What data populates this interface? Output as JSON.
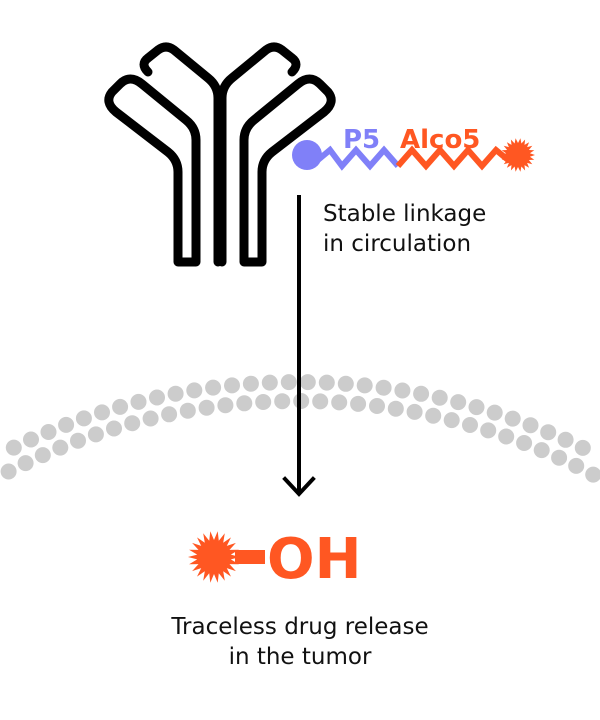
{
  "colors": {
    "antibody": "#000000",
    "p5": "#8080f8",
    "alco5": "#ff5722",
    "membrane": "#cccccc",
    "arrow": "#000000",
    "text": "#111111"
  },
  "linker": {
    "p5_label": "P5",
    "alco5_label": "Alco5"
  },
  "product": {
    "group_label": "OH"
  },
  "captions": {
    "stable": [
      "Stable linkage",
      "in circulation"
    ],
    "release": [
      "Traceless drug release",
      "in the tumor"
    ]
  },
  "icons": {
    "antibody": "antibody-icon",
    "payload": "drug-payload-icon",
    "released_payload": "released-drug-icon",
    "arrow": "arrow-down-icon",
    "membrane": "tumor-cell-membrane"
  }
}
